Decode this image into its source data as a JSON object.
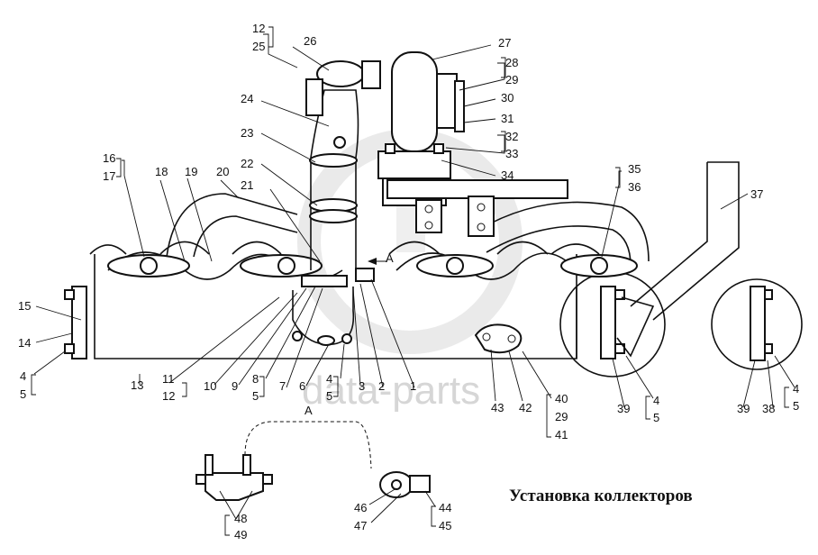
{
  "title": "Установка коллекторов",
  "watermark": "data-parts",
  "view_label": "A",
  "callouts": {
    "c1": "1",
    "c2": "2",
    "c3": "3",
    "c4": "4",
    "c5": "5",
    "c6": "6",
    "c7": "7",
    "c8": "8",
    "c9": "9",
    "c10": "10",
    "c11": "11",
    "c12": "12",
    "c13": "13",
    "c14": "14",
    "c15": "15",
    "c16": "16",
    "c17": "17",
    "c18": "18",
    "c19": "19",
    "c20": "20",
    "c21": "21",
    "c22": "22",
    "c23": "23",
    "c24": "24",
    "c25": "25",
    "c26": "26",
    "c27": "27",
    "c28": "28",
    "c29": "29",
    "c30": "30",
    "c31": "31",
    "c32": "32",
    "c33": "33",
    "c34": "34",
    "c35": "35",
    "c36": "36",
    "c37": "37",
    "c38": "38",
    "c39": "39",
    "c40": "40",
    "c41": "41",
    "c42": "42",
    "c43": "43",
    "c44": "44",
    "c45": "45",
    "c46": "46",
    "c47": "47",
    "c48": "48",
    "c49": "49"
  },
  "colors": {
    "line": "#111111",
    "watermark": "#d6d6d6",
    "background": "#ffffff"
  }
}
